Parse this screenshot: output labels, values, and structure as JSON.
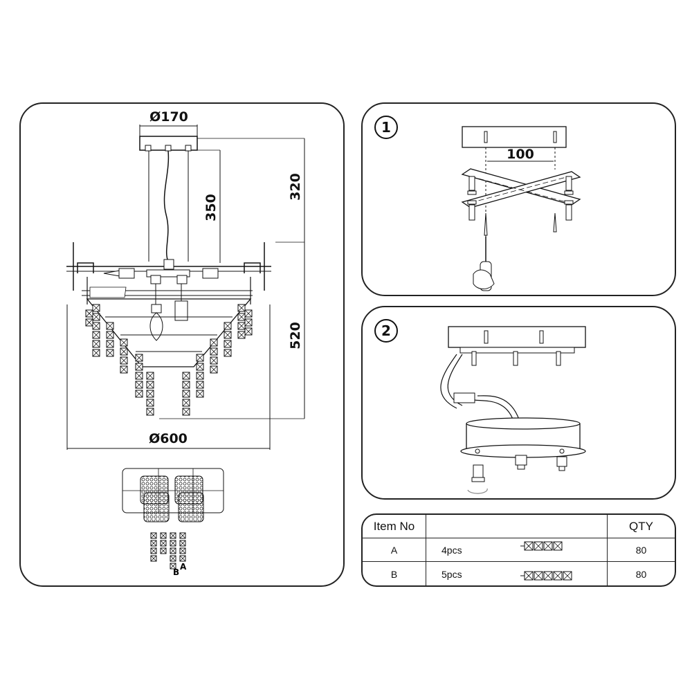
{
  "main_diagram": {
    "dim_canopy": "Ø170",
    "dim_height_total": "320",
    "dim_cable": "350",
    "dim_body": "520",
    "dim_width": "Ø600",
    "label_a": "A",
    "label_b": "B"
  },
  "step1": {
    "badge": "1",
    "dim_spacing": "100"
  },
  "step2": {
    "badge": "2"
  },
  "parts_table": {
    "headers": {
      "item_no": "Item No",
      "blank": "",
      "qty": "QTY"
    },
    "rows": [
      {
        "item": "A",
        "pcs": "4pcs",
        "qty": "80",
        "crystals": 4
      },
      {
        "item": "B",
        "pcs": "5pcs",
        "qty": "80",
        "crystals": 5
      }
    ]
  },
  "icons": [
    "crystal-strand-icon",
    "screwdriver-icon",
    "rotate-arrow-icon"
  ]
}
